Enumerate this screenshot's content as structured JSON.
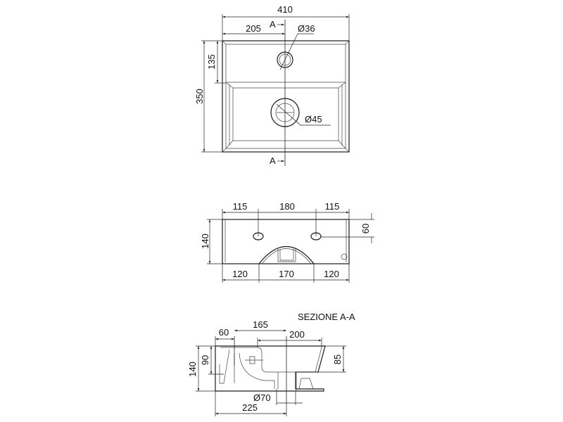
{
  "top_view": {
    "width": "410",
    "half_width": "205",
    "depth": "350",
    "deck_depth": "135",
    "tap_hole": "Ø36",
    "drain": "Ø45",
    "section_mark_top": "A",
    "section_mark_bottom": "A"
  },
  "back_view": {
    "top_left": "115",
    "top_mid": "180",
    "top_right": "115",
    "hole_height": "60",
    "height": "140",
    "bottom_left": "120",
    "bottom_mid": "170",
    "bottom_right": "120"
  },
  "section_view": {
    "title": "SEZIONE A-A",
    "back_offset": "60",
    "tap_to_drain": "165",
    "basin_width": "200",
    "height": "140",
    "deck_height": "90",
    "basin_depth": "85",
    "drain_diameter": "Ø70",
    "back_to_drain": "225"
  }
}
